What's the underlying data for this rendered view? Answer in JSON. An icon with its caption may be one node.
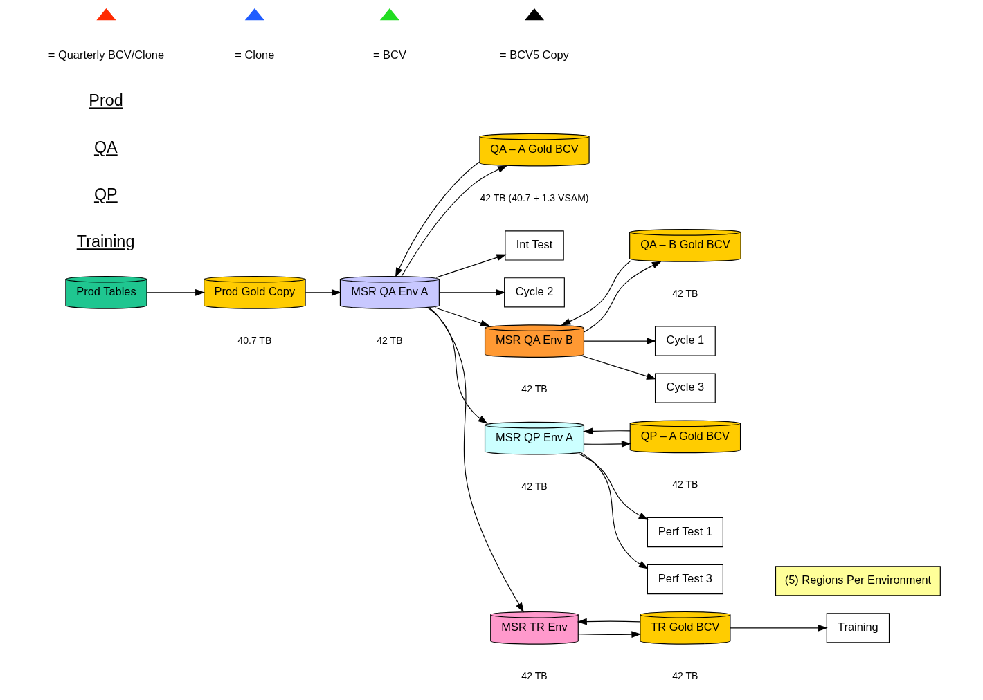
{
  "diagram": {
    "nodes": [
      {
        "text": [
          "Prod Tables"
        ]
      },
      {
        "text": [
          "Prod Gold Copy"
        ],
        "beside": [
          "40.7 TB"
        ]
      },
      {
        "text": [
          "QA – A Gold BCV"
        ],
        "beside": [
          "42 TB (40.7 + 1.3 VSAM)"
        ]
      },
      {
        "text": [
          "MSR QA Env A"
        ],
        "beside": [
          "42 TB"
        ]
      },
      {
        "text": [
          "Int Test"
        ]
      },
      {
        "text": [
          "Cycle 2"
        ]
      },
      {
        "text": [
          "QA – B Gold BCV"
        ],
        "beside": [
          "42 TB"
        ]
      },
      {
        "text": [
          "MSR QA Env B"
        ],
        "beside": [
          "42 TB"
        ]
      },
      {
        "text": [
          "Cycle 1"
        ]
      },
      {
        "text": [
          "Cycle 3"
        ]
      },
      {
        "text": [
          "QP – A Gold BCV"
        ],
        "beside": [
          "42 TB"
        ]
      },
      {
        "text": [
          "MSR QP Env A"
        ],
        "beside": [
          "42 TB"
        ]
      },
      {
        "text": [
          "Perf Test 1"
        ]
      },
      {
        "text": [
          "Perf Test 3"
        ]
      },
      {
        "text": [
          "TR Gold BCV"
        ],
        "beside": [
          "42 TB"
        ]
      },
      {
        "text": [
          "MSR TR Env"
        ],
        "beside": [
          "42 TB"
        ]
      },
      {
        "text": [
          "Training"
        ]
      },
      {
        "text": [
          "(5) Regions Per Environment"
        ]
      }
    ],
    "edges": [
      {
        "from": 0,
        "to": 1,
        "arrow": "to"
      },
      {
        "from": 1,
        "to": 3,
        "arrow": "to"
      },
      {
        "from": 3,
        "to": 2,
        "arrow": "to"
      },
      {
        "from": 2,
        "to": 3,
        "arrow": "to"
      },
      {
        "from": 3,
        "to": 4,
        "arrow": "to"
      },
      {
        "from": 3,
        "to": 5,
        "arrow": "to"
      },
      {
        "from": 3,
        "to": 7,
        "arrow": "to"
      },
      {
        "from": 7,
        "to": 6,
        "arrow": "to"
      },
      {
        "from": 6,
        "to": 7,
        "arrow": "to"
      },
      {
        "from": 7,
        "to": 8,
        "arrow": "to"
      },
      {
        "from": 7,
        "to": 9,
        "arrow": "to"
      },
      {
        "from": 3,
        "to": 11,
        "arrow": "to"
      },
      {
        "from": 11,
        "to": 10,
        "arrow": "to"
      },
      {
        "from": 10,
        "to": 11,
        "arrow": "to"
      },
      {
        "from": 11,
        "to": 12,
        "arrow": "to"
      },
      {
        "from": 11,
        "to": 13,
        "arrow": "to"
      },
      {
        "from": 3,
        "to": 15,
        "arrow": "to"
      },
      {
        "from": 15,
        "to": 14,
        "arrow": "to"
      },
      {
        "from": 14,
        "to": 15,
        "arrow": "to"
      },
      {
        "from": 14,
        "to": 16,
        "arrow": "to"
      }
    ],
    "labels": [
      "Prod",
      "QA",
      "QP",
      "Training"
    ],
    "legend": [
      {
        "text": "= Quarterly BCV/Clone",
        "color": "#ff2a00"
      },
      {
        "text": "= Clone",
        "color": "#1f5cff"
      },
      {
        "text": "= BCV",
        "color": "#22dd22"
      },
      {
        "text": "= BCV5 Copy",
        "color": "#000000"
      }
    ]
  }
}
